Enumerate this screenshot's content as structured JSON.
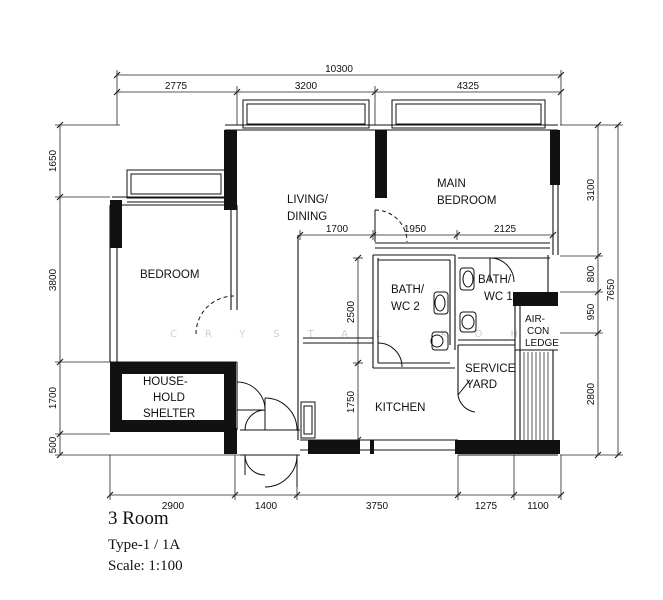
{
  "dimensions": {
    "overall_width": "10300",
    "top": [
      "2775",
      "3200",
      "4325"
    ],
    "interior": [
      "1700",
      "1950",
      "2125"
    ],
    "bottom": [
      "2900",
      "1400",
      "3750",
      "1275",
      "1100"
    ],
    "left": [
      "1650",
      "3800",
      "1700",
      "500"
    ],
    "right": [
      "3100",
      "800",
      "950",
      "2800"
    ],
    "right_total": "7650",
    "bath2_height": "2500",
    "kitchen_height": "1750"
  },
  "rooms": {
    "living": [
      "LIVING/",
      "DINING"
    ],
    "main_bedroom": [
      "MAIN",
      "BEDROOM"
    ],
    "bedroom": "BEDROOM",
    "bath2": [
      "BATH/",
      "WC  2"
    ],
    "bath1": [
      "BATH/",
      "WC  1"
    ],
    "aircon": [
      "AIR-",
      "CON",
      "LEDGE"
    ],
    "service": [
      "SERVICE",
      "YARD"
    ],
    "kitchen": "KITCHEN",
    "shelter": [
      "HOUSE-",
      "HOLD",
      "SHELTER"
    ]
  },
  "watermark": "CRYSTAL KOH",
  "caption": {
    "title": "3 Room",
    "type": "Type-1  / 1A",
    "scale": "Scale: 1:100"
  }
}
